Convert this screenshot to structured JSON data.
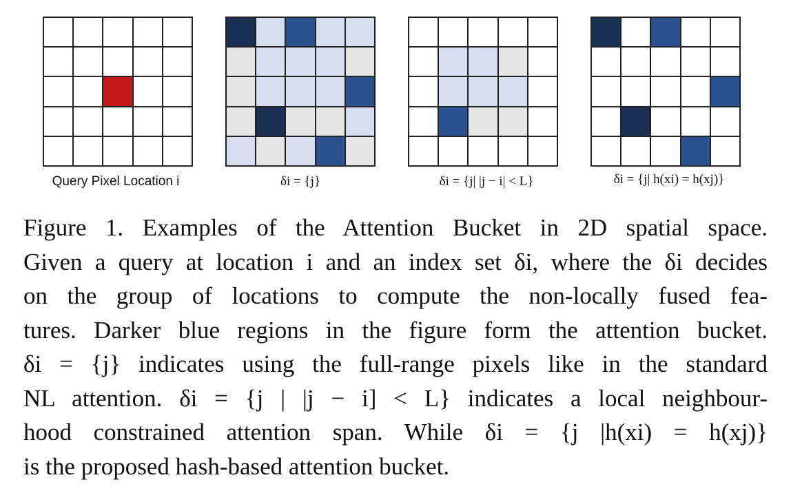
{
  "figure": {
    "panels": [
      {
        "label": "Query Pixel Location i",
        "cells": [
          [
            "white",
            "white",
            "white",
            "white",
            "white"
          ],
          [
            "white",
            "white",
            "white",
            "white",
            "white"
          ],
          [
            "white",
            "white",
            "red",
            "white",
            "white"
          ],
          [
            "white",
            "white",
            "white",
            "white",
            "white"
          ],
          [
            "white",
            "white",
            "white",
            "white",
            "white"
          ]
        ]
      },
      {
        "label": "δi = {j}",
        "cells": [
          [
            "dark",
            "light",
            "mid",
            "light",
            "light"
          ],
          [
            "gray",
            "light",
            "light",
            "light",
            "gray"
          ],
          [
            "gray",
            "light",
            "light",
            "light",
            "mid"
          ],
          [
            "gray",
            "dark",
            "gray",
            "gray",
            "light"
          ],
          [
            "light",
            "gray",
            "light",
            "mid",
            "gray"
          ]
        ]
      },
      {
        "label": "δi = {j| |j − i| < L}",
        "cells": [
          [
            "white",
            "white",
            "white",
            "white",
            "white"
          ],
          [
            "white",
            "light",
            "light",
            "gray",
            "white"
          ],
          [
            "white",
            "light",
            "light",
            "light",
            "white"
          ],
          [
            "white",
            "mid",
            "gray",
            "gray",
            "white"
          ],
          [
            "white",
            "white",
            "white",
            "white",
            "white"
          ]
        ]
      },
      {
        "label": "δi = {j| h(xi) = h(xj)}",
        "cells": [
          [
            "dark",
            "white",
            "mid",
            "white",
            "white"
          ],
          [
            "white",
            "white",
            "white",
            "white",
            "white"
          ],
          [
            "white",
            "white",
            "white",
            "white",
            "mid"
          ],
          [
            "white",
            "dark",
            "white",
            "white",
            "white"
          ],
          [
            "white",
            "white",
            "white",
            "mid",
            "white"
          ]
        ]
      }
    ],
    "colors": {
      "dark": "#1c2f55",
      "mid": "#2c5291",
      "light": "#d4deef",
      "gray": "#e6e6e6",
      "red": "#c01a1a",
      "white": "#ffffff"
    }
  },
  "caption": {
    "lines": [
      "Figure 1. Examples of the Attention Bucket in 2D spatial space.",
      "Given a query at location i and an index set δi, where the δi decides",
      "on the group of locations to compute the non-locally fused fea-",
      "tures. Darker blue regions in the figure form the attention bucket.",
      "δi = {j} indicates using the full-range pixels like in the standard",
      "NL attention. δi = {j | |j − i] < L} indicates a local neighbour-",
      "hood constrained attention span. While δi = {j |h(xi) = h(xj)}",
      "is the proposed hash-based attention bucket."
    ]
  }
}
